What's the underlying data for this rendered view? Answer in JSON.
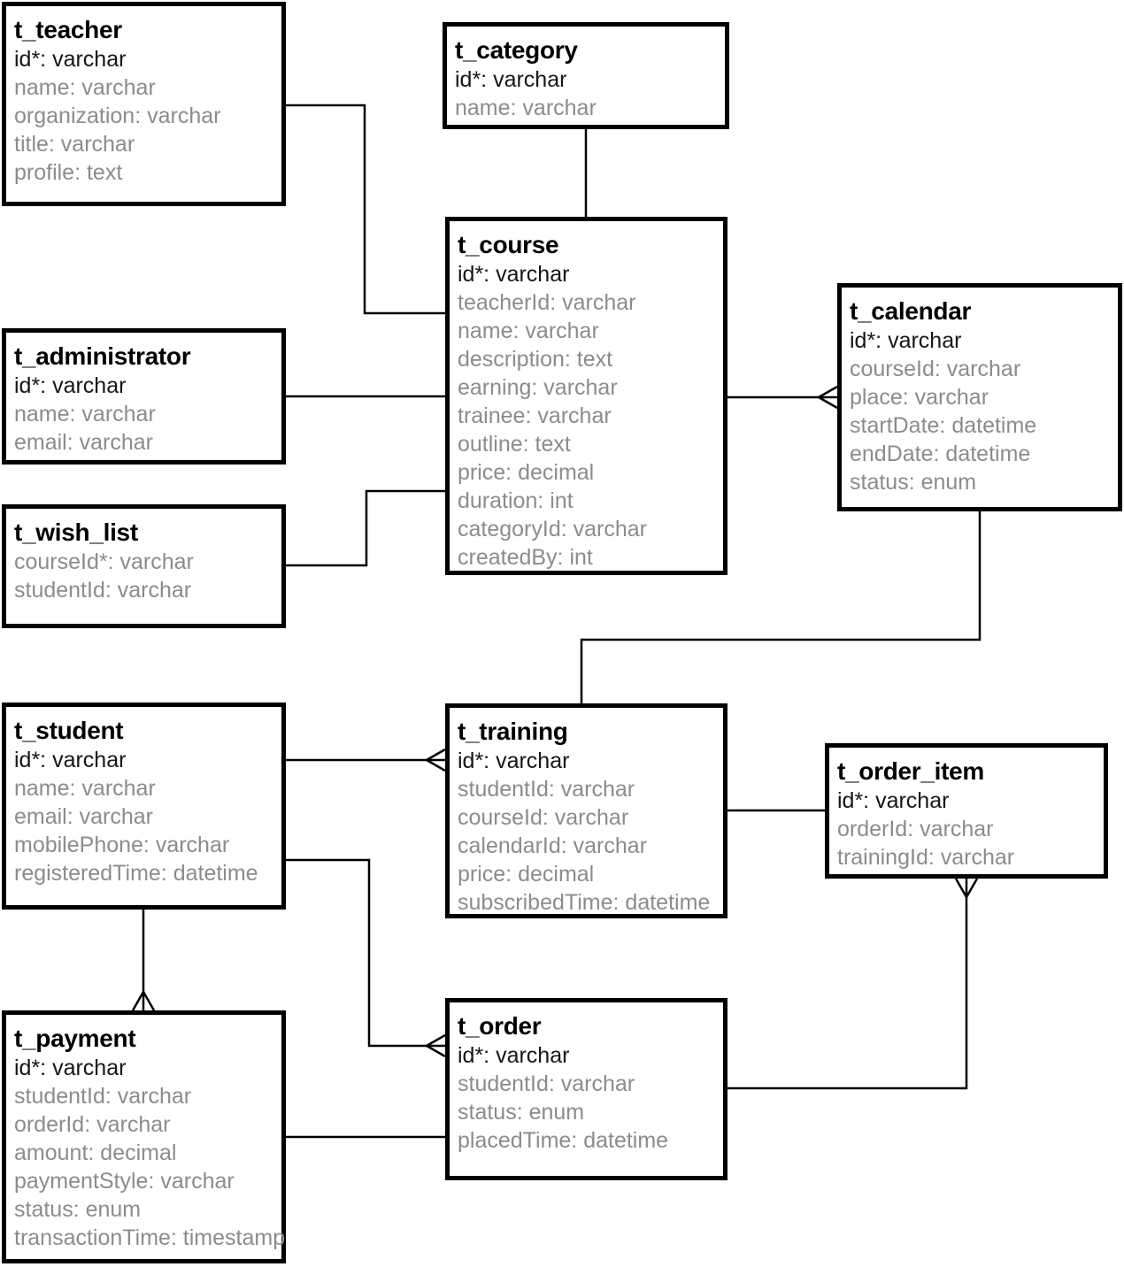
{
  "diagram": {
    "kind": "database-schema-er-diagram",
    "colors": {
      "background": "#ffffff",
      "box_border": "#000000",
      "title_text": "#000000",
      "key_field_text": "#161616",
      "field_text": "#8c8c8c",
      "connector_line": "#000000"
    }
  },
  "entities": {
    "t_teacher": {
      "name": "t_teacher",
      "fields": [
        {
          "label": "id*: varchar",
          "key": true
        },
        {
          "label": "name: varchar",
          "key": false
        },
        {
          "label": "organization: varchar",
          "key": false
        },
        {
          "label": "title: varchar",
          "key": false
        },
        {
          "label": "profile: text",
          "key": false
        }
      ]
    },
    "t_category": {
      "name": "t_category",
      "fields": [
        {
          "label": "id*: varchar",
          "key": true
        },
        {
          "label": "name: varchar",
          "key": false
        }
      ]
    },
    "t_course": {
      "name": "t_course",
      "fields": [
        {
          "label": "id*: varchar",
          "key": true
        },
        {
          "label": "teacherId: varchar",
          "key": false
        },
        {
          "label": "name: varchar",
          "key": false
        },
        {
          "label": "description: text",
          "key": false
        },
        {
          "label": "earning: varchar",
          "key": false
        },
        {
          "label": "trainee: varchar",
          "key": false
        },
        {
          "label": "outline: text",
          "key": false
        },
        {
          "label": "price: decimal",
          "key": false
        },
        {
          "label": "duration: int",
          "key": false
        },
        {
          "label": "categoryId: varchar",
          "key": false
        },
        {
          "label": "createdBy: int",
          "key": false
        }
      ]
    },
    "t_calendar": {
      "name": "t_calendar",
      "fields": [
        {
          "label": "id*: varchar",
          "key": true
        },
        {
          "label": "courseId: varchar",
          "key": false
        },
        {
          "label": "place: varchar",
          "key": false
        },
        {
          "label": "startDate: datetime",
          "key": false
        },
        {
          "label": "endDate: datetime",
          "key": false
        },
        {
          "label": "status: enum",
          "key": false
        }
      ]
    },
    "t_administrator": {
      "name": "t_administrator",
      "fields": [
        {
          "label": "id*: varchar",
          "key": true
        },
        {
          "label": "name: varchar",
          "key": false
        },
        {
          "label": "email: varchar",
          "key": false
        }
      ]
    },
    "t_wish_list": {
      "name": "t_wish_list",
      "fields": [
        {
          "label": "courseId*: varchar",
          "key": false
        },
        {
          "label": "studentId: varchar",
          "key": false
        }
      ]
    },
    "t_student": {
      "name": "t_student",
      "fields": [
        {
          "label": "id*: varchar",
          "key": true
        },
        {
          "label": "name: varchar",
          "key": false
        },
        {
          "label": "email: varchar",
          "key": false
        },
        {
          "label": "mobilePhone: varchar",
          "key": false
        },
        {
          "label": "registeredTime: datetime",
          "key": false
        }
      ]
    },
    "t_training": {
      "name": "t_training",
      "fields": [
        {
          "label": "id*: varchar",
          "key": true
        },
        {
          "label": "studentId: varchar",
          "key": false
        },
        {
          "label": "courseId: varchar",
          "key": false
        },
        {
          "label": "calendarId: varchar",
          "key": false
        },
        {
          "label": "price: decimal",
          "key": false
        },
        {
          "label": "subscribedTime: datetime",
          "key": false
        }
      ]
    },
    "t_order_item": {
      "name": "t_order_item",
      "fields": [
        {
          "label": "id*: varchar",
          "key": true
        },
        {
          "label": "orderId: varchar",
          "key": false
        },
        {
          "label": "trainingId: varchar",
          "key": false
        }
      ]
    },
    "t_payment": {
      "name": "t_payment",
      "fields": [
        {
          "label": "id*: varchar",
          "key": true
        },
        {
          "label": "studentId: varchar",
          "key": false
        },
        {
          "label": "orderId: varchar",
          "key": false
        },
        {
          "label": "amount: decimal",
          "key": false
        },
        {
          "label": "paymentStyle: varchar",
          "key": false
        },
        {
          "label": "status: enum",
          "key": false
        },
        {
          "label": "transactionTime: timestamp",
          "key": false
        }
      ]
    },
    "t_order": {
      "name": "t_order",
      "fields": [
        {
          "label": "id*: varchar",
          "key": true
        },
        {
          "label": "studentId: varchar",
          "key": false
        },
        {
          "label": "status: enum",
          "key": false
        },
        {
          "label": "placedTime: datetime",
          "key": false
        }
      ]
    }
  },
  "relationships": [
    {
      "from": "t_teacher",
      "to": "t_course",
      "marker_at_to": "none"
    },
    {
      "from": "t_category",
      "to": "t_course",
      "marker_at_to": "none"
    },
    {
      "from": "t_administrator",
      "to": "t_course",
      "marker_at_to": "none"
    },
    {
      "from": "t_wish_list",
      "to": "t_course",
      "marker_at_to": "none"
    },
    {
      "from": "t_course",
      "to": "t_calendar",
      "marker_at_to": "many"
    },
    {
      "from": "t_calendar",
      "to": "t_training",
      "marker_at_to": "none"
    },
    {
      "from": "t_student",
      "to": "t_training",
      "marker_at_to": "many"
    },
    {
      "from": "t_student",
      "to": "t_order",
      "marker_at_to": "many"
    },
    {
      "from": "t_student",
      "to": "t_payment",
      "marker_at_to": "many"
    },
    {
      "from": "t_payment",
      "to": "t_order",
      "marker_at_to": "none"
    },
    {
      "from": "t_order",
      "to": "t_order_item",
      "marker_at_to": "many"
    },
    {
      "from": "t_training",
      "to": "t_order_item",
      "marker_at_to": "none"
    }
  ]
}
